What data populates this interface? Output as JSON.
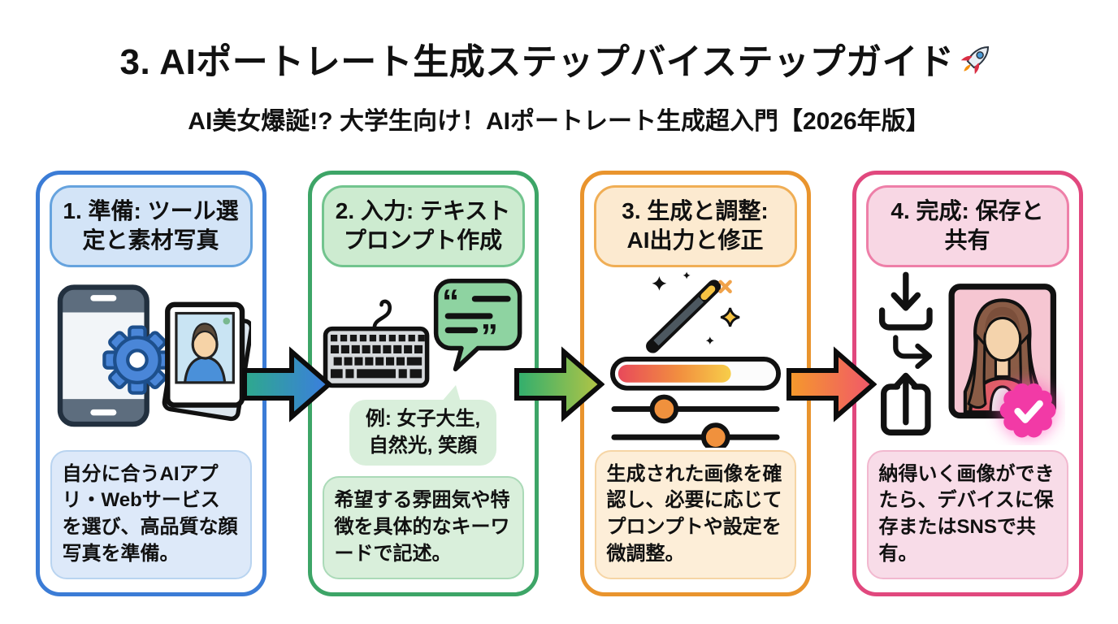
{
  "header": {
    "title": "3. AIポートレート生成ステップバイステップガイド",
    "title_emoji": "🚀",
    "subtitle": "AI美女爆誕!? 大学生向け！AIポートレート生成超入門【2026年版】"
  },
  "steps": [
    {
      "id": 1,
      "header": "1. 準備: ツール選定と素材写真",
      "header_lines": [
        "1. 準備: ツール選",
        "定と素材写真"
      ],
      "body": "自分に合うAIアプリ・Webサービスを選び、高品質な顔写真を準備。",
      "accent": "#3b7cd6",
      "icons": [
        "smartphone-icon",
        "gear-icon",
        "photo-portrait-icon"
      ]
    },
    {
      "id": 2,
      "header": "2. 入力: テキストプロンプト作成",
      "header_lines": [
        "2. 入力: テキスト",
        "プロンプト作成"
      ],
      "body": "希望する雰囲気や特徴を具体的なキーワードで記述。",
      "example_line1": "例: 女子大生,",
      "example_line2": "自然光, 笑顔",
      "accent": "#3da567",
      "icons": [
        "keyboard-icon",
        "speech-bubble-quote-icon"
      ]
    },
    {
      "id": 3,
      "header": "3. 生成と調整: AI出力と修正",
      "header_lines": [
        "3. 生成と調整:",
        "AI出力と修正"
      ],
      "body": "生成された画像を確認し、必要に応じてプロンプトや設定を微調整。",
      "accent": "#e9942d",
      "icons": [
        "magic-wand-icon",
        "progress-bar-icon",
        "sliders-icon"
      ]
    },
    {
      "id": 4,
      "header": "4. 完成: 保存と共有",
      "header_lines": [
        "4. 完成: 保存と",
        "共有"
      ],
      "body": "納得いく画像ができたら、デバイスに保存またはSNSで共有。",
      "accent": "#e1487e",
      "icons": [
        "download-icon",
        "redirect-arrow-icon",
        "share-icon",
        "portrait-photo-icon",
        "check-badge-icon"
      ]
    }
  ],
  "arrows": [
    {
      "name": "arrow-1",
      "gradient_from": "#2ea98c",
      "gradient_to": "#3b7de0"
    },
    {
      "name": "arrow-2",
      "gradient_from": "#2fae6e",
      "gradient_to": "#b5c544"
    },
    {
      "name": "arrow-3",
      "gradient_from": "#f59a2b",
      "gradient_to": "#f0566b"
    }
  ],
  "colors": {
    "background": "#ffffff",
    "text": "#111111",
    "badge_check_pink": "#f23aa6",
    "progress_gradient": [
      "#e8495a",
      "#f2903f",
      "#f7ce4a"
    ]
  }
}
